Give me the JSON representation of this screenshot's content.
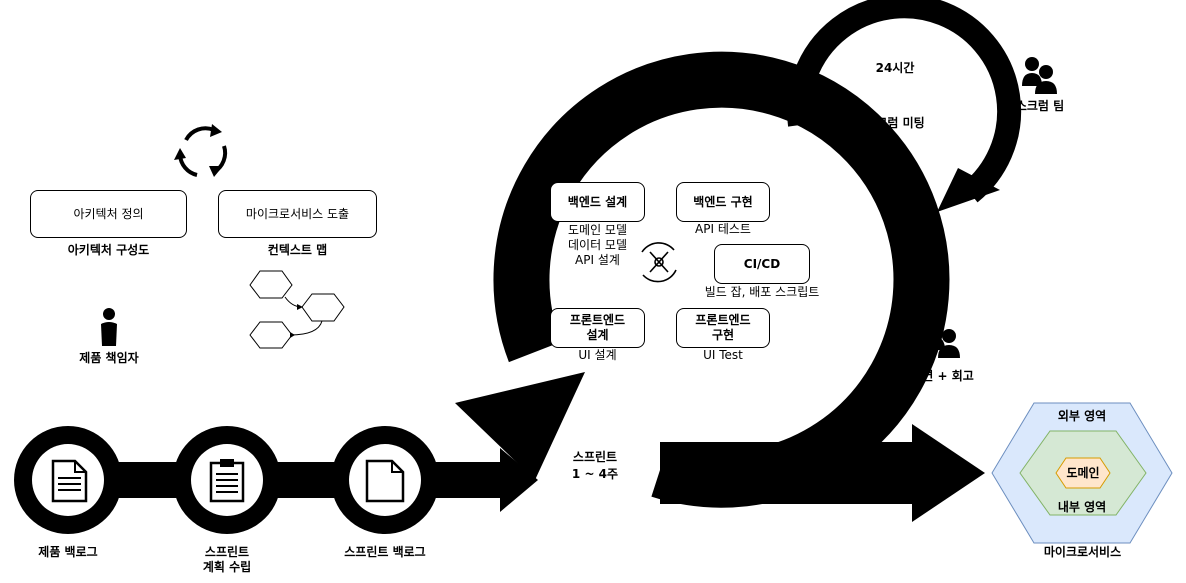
{
  "architecture": {
    "define_box": "아키텍처 정의",
    "diagram_label": "아키텍처 구성도",
    "derive_box": "마이크로서비스 도출",
    "context_map_label": "컨텍스트 맵"
  },
  "roles": {
    "product_owner": "제품 책임자",
    "scrum_team": "스크럼 팀",
    "demo_retro": "시연 + 회고"
  },
  "meeting": {
    "hours": "24시간",
    "name": "스크럼 미팅"
  },
  "sprint": {
    "title": "스프린트",
    "duration": "1 ~ 4주"
  },
  "tasks": {
    "backend_design": "백엔드 설계",
    "backend_design_sub": [
      "도메인 모델",
      "데이터 모델",
      "API 설계"
    ],
    "backend_impl": "백엔드 구현",
    "backend_impl_sub": "API 테스트",
    "cicd": "CI/CD",
    "cicd_sub": "빌드 잡, 배포 스크립트",
    "frontend_design": [
      "프론트엔드",
      "설계"
    ],
    "frontend_design_sub": "UI 설계",
    "frontend_impl": [
      "프론트엔드",
      "구현"
    ],
    "frontend_impl_sub": "UI Test"
  },
  "backlog": {
    "product": "제품 백로그",
    "planning": [
      "스프린트",
      "계획 수립"
    ],
    "sprint": "스프린트 백로그"
  },
  "microservice": {
    "outer": "외부 영역",
    "inner": "내부 영역",
    "domain": "도메인",
    "caption": "마이크로서비스"
  },
  "colors": {
    "outer_fill": "#dae8fc",
    "outer_stroke": "#6c8ebf",
    "inner_fill": "#d5e8d4",
    "inner_stroke": "#82b366",
    "domain_fill": "#ffe6cc",
    "domain_stroke": "#d79b00"
  },
  "icons": [
    "refresh-cycle-icon",
    "person-icon",
    "group-icon",
    "tools-cycle-icon",
    "document-icon",
    "clipboard-icon",
    "page-icon"
  ]
}
